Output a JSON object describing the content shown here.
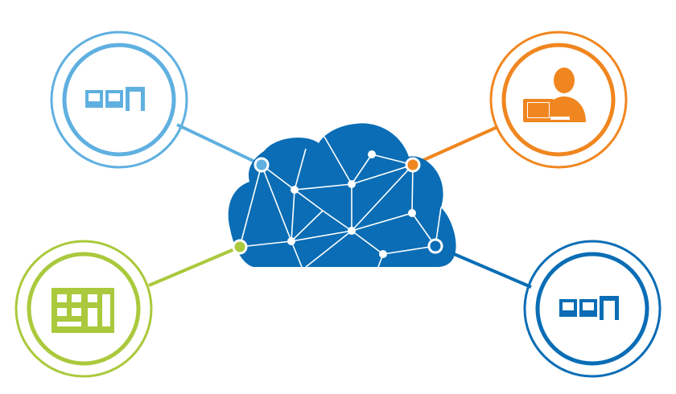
{
  "diagram": {
    "colors": {
      "cloud": "#0a6db5",
      "cloud_lines": "#ffffff",
      "light_blue": "#5fb0e0",
      "orange": "#f0861f",
      "green": "#aac93c",
      "dark_blue": "#0a6db5"
    },
    "nodes": [
      {
        "id": "top-left",
        "icon": "servers-icon",
        "color_key": "light_blue"
      },
      {
        "id": "top-right",
        "icon": "user-at-computer-icon",
        "color_key": "orange"
      },
      {
        "id": "bottom-left",
        "icon": "building-icon",
        "color_key": "green"
      },
      {
        "id": "bottom-right",
        "icon": "servers-icon",
        "color_key": "dark_blue"
      }
    ],
    "center": {
      "icon": "network-cloud-icon"
    }
  }
}
